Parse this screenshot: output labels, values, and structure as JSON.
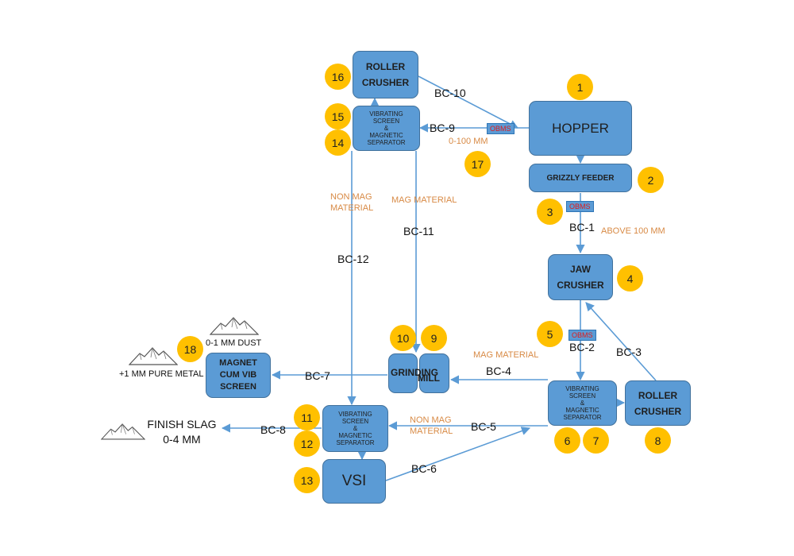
{
  "nodes": {
    "roller_crusher_top": "ROLLER\nCRUSHER",
    "hopper": "HOPPER",
    "grizzly_feeder": "GRIZZLY FEEDER",
    "vs_top": "VIBRATING\nSCREEN\n&\nMAGNETIC\nSEPARATOR",
    "jaw_crusher": "JAW\nCRUSHER",
    "grinding": "GRINDING",
    "mill": "MILL",
    "magnet_screen": "MAGNET\nCUM VIB\nSCREEN",
    "vs_right": "VIBRATING\nSCREEN\n&\nMAGNETIC\nSEPARATOR",
    "roller_crusher_right": "ROLLER\nCRUSHER",
    "vs_bottom": "VIBRATING\nSCREEN\n&\nMAGNETIC\nSEPARATOR",
    "vsi": "VSI"
  },
  "badges": {
    "b1": "1",
    "b2": "2",
    "b3": "3",
    "b4": "4",
    "b5": "5",
    "b6": "6",
    "b7": "7",
    "b8": "8",
    "b9": "9",
    "b10": "10",
    "b11": "11",
    "b12": "12",
    "b13": "13",
    "b14": "14",
    "b15": "15",
    "b16": "16",
    "b17": "17",
    "b18": "18"
  },
  "obms": {
    "o17": "OBMS",
    "o3": "OBMS",
    "o5": "OBMS"
  },
  "conveyors": {
    "bc1": "BC-1",
    "bc2": "BC-2",
    "bc3": "BC-3",
    "bc4": "BC-4",
    "bc5": "BC-5",
    "bc6": "BC-6",
    "bc7": "BC-7",
    "bc8": "BC-8",
    "bc9": "BC-9",
    "bc10": "BC-10",
    "bc11": "BC-11",
    "bc12": "BC-12"
  },
  "notes": {
    "size_0_100": "0-100 MM",
    "above_100": "ABOVE 100 MM",
    "non_mag_top": "NON MAG\nMATERIAL",
    "mag_top": "MAG MATERIAL",
    "mag_right": "MAG MATERIAL",
    "non_mag_bottom": "NON MAG\nMATERIAL"
  },
  "products": {
    "dust": "0-1 MM DUST",
    "pure_metal": "+1 MM PURE METAL",
    "finish_slag_line1": "FINISH SLAG",
    "finish_slag_line2": "0-4 MM"
  },
  "colors": {
    "box": "#5b9bd5",
    "badge": "#ffc000",
    "arrow": "#5b9bd5",
    "annotation": "#d88a45",
    "obms_text": "#e01b1b"
  }
}
